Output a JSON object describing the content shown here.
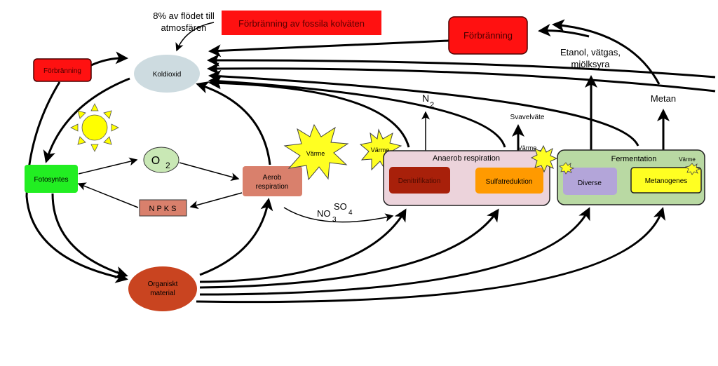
{
  "labels": {
    "flow_note_line1": "8% av flödet till",
    "flow_note_line2": "atmosfären",
    "fossil": "Förbränning av fossila kolväten",
    "combustion_right": "Förbränning",
    "combustion_left": "Förbränning",
    "products_line1": "Etanol, vätgas,",
    "products_line2": "mjölksyra",
    "methane": "Metan",
    "co2": "Koldioxid",
    "o2_main": "O",
    "o2_sub": "2",
    "photosynthesis": "Fotosyntes",
    "aerobic_line1": "Aerob",
    "aerobic_line2": "respiration",
    "npks": "N P K S",
    "heat1": "Värme",
    "heat2": "Värme",
    "heat3": "Värme",
    "heat4": "Värme",
    "n2_main": "N",
    "n2_sub": "2",
    "h2s": "Svavelväte",
    "anaerobic": "Anaerob respiration",
    "denitrification": "Denitrifikation",
    "sulfate_reduction": "Sulfatreduktion",
    "fermentation": "Fermentation",
    "diverse": "Diverse",
    "methanogenesis": "Metanogenes",
    "no3_main": "NO",
    "no3_sub": "3",
    "so4_main": "SO",
    "so4_sub": "4",
    "organic_line1": "Organiskt",
    "organic_line2": "material"
  },
  "colors": {
    "red": "#ff1111",
    "co2": "#cddbe0",
    "green": "#22ee22",
    "salmon": "#d9806c",
    "pink": "#ecd3db",
    "fermentation": "#b9d9a3",
    "denitrification": "#a8200a",
    "sulfate": "#ff9a00",
    "diverse": "#b3a5d9",
    "yellow": "#ffff22",
    "organic": "#c94420"
  }
}
